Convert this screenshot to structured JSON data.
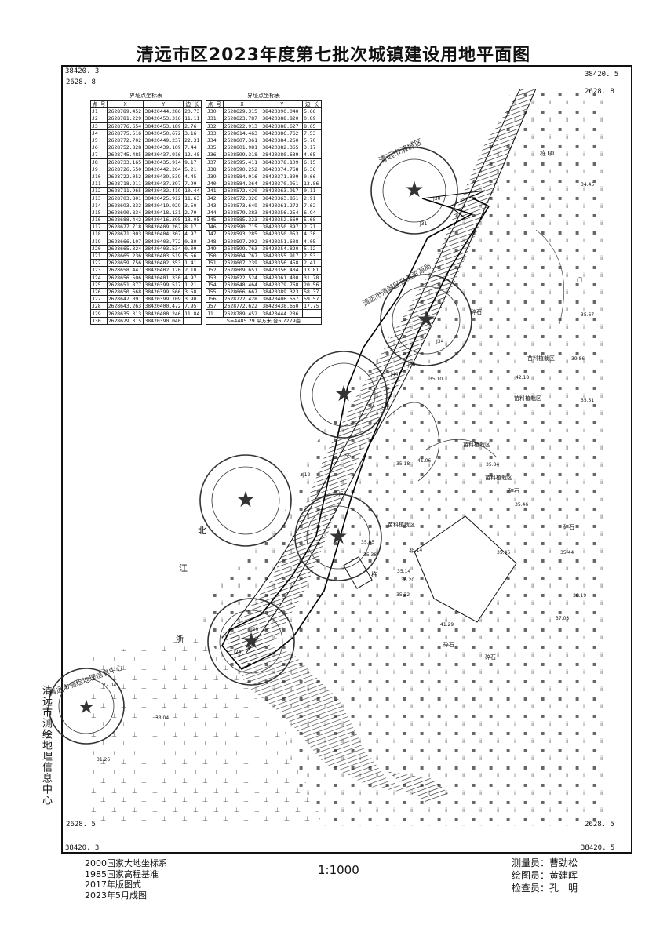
{
  "title": "清远市区2023年度第七批次城镇建设用地平面图",
  "frame_coords": {
    "top_left_x": "38420. 3",
    "top_left_y": "2628. 8",
    "top_right_x": "38420. 5",
    "top_right_y": "2628. 8",
    "bottom_left_y": "2628. 5",
    "bottom_left_x": "38420. 3",
    "bottom_right_y": "2628. 5",
    "bottom_right_x": "38420. 5"
  },
  "side_text": "清远市测绘地理信息中心",
  "footer": {
    "left": [
      "2000国家大地坐标系",
      "1985国家高程基准",
      "2017年版图式",
      "2023年5月成图"
    ],
    "scale": "1:1000",
    "right": [
      "测量员：曹劲松",
      "绘图员：黄建晖",
      "检查员：孔　明"
    ]
  },
  "table": {
    "caption": "界址点坐标表",
    "headers": [
      "点 号",
      "X",
      "Y",
      "边 长"
    ],
    "left_rows": [
      [
        "J1",
        "2628789.452",
        "38420444.286"
      ],
      [
        "J2",
        "2628781.229",
        "38420453.316"
      ],
      [
        "J3",
        "2628776.654",
        "38420453.189"
      ],
      [
        "J4",
        "2628775.516",
        "38420450.672"
      ],
      [
        "J5",
        "2628772.702",
        "38420449.237"
      ],
      [
        "J6",
        "2628752.828",
        "38420439.109"
      ],
      [
        "J7",
        "2628745.485",
        "38420437.916"
      ],
      [
        "J8",
        "2628733.165",
        "38420435.914"
      ],
      [
        "J9",
        "2628726.550",
        "38420442.264"
      ],
      [
        "J10",
        "2628722.052",
        "38420439.539"
      ],
      [
        "J11",
        "2628718.211",
        "38420437.397"
      ],
      [
        "J12",
        "2628711.965",
        "38420432.419"
      ],
      [
        "J13",
        "2628703.801",
        "38420425.912"
      ],
      [
        "J14",
        "2628693.832",
        "38420419.929"
      ],
      [
        "J15",
        "2628690.834",
        "38420418.131"
      ],
      [
        "J16",
        "2628688.442",
        "38420416.395"
      ],
      [
        "J17",
        "2628677.718",
        "38420409.262"
      ],
      [
        "J18",
        "2628671.003",
        "38420404.307"
      ],
      [
        "J19",
        "2628666.107",
        "38420403.772"
      ],
      [
        "J20",
        "2628665.324",
        "38420403.534"
      ],
      [
        "J21",
        "2628665.236",
        "38420403.519"
      ],
      [
        "J22",
        "2628659.756",
        "38420402.353"
      ],
      [
        "J23",
        "2628658.447",
        "38420402.120"
      ],
      [
        "J24",
        "2628656.506",
        "38420401.330"
      ],
      [
        "J25",
        "2628651.877",
        "38420399.517"
      ],
      [
        "J26",
        "2628650.668",
        "38420399.566"
      ],
      [
        "J27",
        "2628647.091",
        "38420399.709"
      ],
      [
        "J28",
        "2628643.263",
        "38420400.472"
      ],
      [
        "J29",
        "2628635.313",
        "38420400.246"
      ],
      [
        "J30",
        "2628629.315",
        "38420390.040"
      ]
    ],
    "left_lengths": [
      "20.73",
      "11.11",
      "2.76",
      "3.16",
      "22.31",
      "7.44",
      "12.48",
      "9.17",
      "5.21",
      "4.45",
      "7.99",
      "10.44",
      "11.63",
      "3.50",
      "2.79",
      "13.05",
      "8.17",
      "4.97",
      "0.80",
      "0.09",
      "5.56",
      "1.41",
      "2.10",
      "4.97",
      "1.21",
      "3.58",
      "3.90",
      "7.95",
      "11.84"
    ],
    "right_rows": [
      [
        "J30",
        "2628629.315",
        "38420390.040"
      ],
      [
        "J31",
        "2628623.787",
        "38420388.820"
      ],
      [
        "J32",
        "2628622.913",
        "38420388.627"
      ],
      [
        "J33",
        "2628614.463",
        "38420386.762"
      ],
      [
        "J34",
        "2628607.361",
        "38420384.260"
      ],
      [
        "J35",
        "2628601.981",
        "38420382.365"
      ],
      [
        "J36",
        "2628599.318",
        "38420380.639"
      ],
      [
        "J37",
        "2628595.411",
        "38420378.109"
      ],
      [
        "J38",
        "2628590.252",
        "38420374.768"
      ],
      [
        "J39",
        "2628584.916",
        "38420371.309"
      ],
      [
        "J40",
        "2628584.364",
        "38420370.951"
      ],
      [
        "J41",
        "2628572.420",
        "38420363.917"
      ],
      [
        "J42",
        "2628572.326",
        "38420363.861"
      ],
      [
        "J43",
        "2628573.649",
        "38420361.272"
      ],
      [
        "J44",
        "2628579.383",
        "38420356.254"
      ],
      [
        "J45",
        "2628585.323",
        "38420352.669"
      ],
      [
        "J46",
        "2628590.715",
        "38420350.897"
      ],
      [
        "J47",
        "2628593.285",
        "38420350.053"
      ],
      [
        "J48",
        "2628597.292",
        "38420351.608"
      ],
      [
        "J49",
        "2628599.763",
        "38420354.820"
      ],
      [
        "J50",
        "2628604.767",
        "38420355.917"
      ],
      [
        "J51",
        "2628607.239",
        "38420356.458"
      ],
      [
        "J52",
        "2628609.651",
        "38420356.404"
      ],
      [
        "J53",
        "2628622.524",
        "38420361.400"
      ],
      [
        "J54",
        "2628648.464",
        "38420379.768"
      ],
      [
        "J55",
        "2628666.667",
        "38420389.323"
      ],
      [
        "J56",
        "2628722.428",
        "38420406.567"
      ],
      [
        "J57",
        "2628772.622",
        "38420438.650"
      ],
      [
        "J1",
        "2628789.452",
        "38420444.286"
      ]
    ],
    "right_lengths": [
      "5.66",
      "0.89",
      "8.65",
      "7.53",
      "5.70",
      "3.17",
      "4.65",
      "6.15",
      "6.36",
      "0.66",
      "13.86",
      "0.11",
      "2.91",
      "7.62",
      "6.94",
      "5.68",
      "2.71",
      "4.30",
      "4.05",
      "5.12",
      "2.53",
      "2.41",
      "13.81",
      "31.78",
      "20.56",
      "58.37",
      "59.57",
      "17.75"
    ],
    "summary": "S=4485.29 平方米  合6.7279亩"
  },
  "map_labels": {
    "river_char_1": "北",
    "river_char_2": "江",
    "river_char_3": "浙",
    "cultivation": [
      "苗料植栽区",
      "苗料植栽区",
      "苗料植栽区",
      "苗料植栽区",
      "苗料植栽区"
    ],
    "stone": [
      "碎石",
      "碎石",
      "碎石",
      "碎石",
      "碎石"
    ],
    "road": "栋10",
    "gate": "门",
    "building": "栋",
    "elevations": [
      "34.45",
      "35.67",
      "39.86",
      "35.51",
      "42.18",
      "35.10",
      "35.18",
      "41.06",
      "35.84",
      "35.46",
      "35.05",
      "35.14",
      "35.22",
      "35.46",
      "35.44",
      "38.19",
      "37.03",
      "41.29",
      "35.14",
      "36.20",
      "35.38",
      "27.04",
      "31.26",
      "33.04"
    ],
    "points": [
      "J30",
      "J31",
      "J34",
      "J36",
      "J44",
      "J50",
      "J55",
      "J56",
      "J12",
      "J20",
      "J24"
    ],
    "seal_texts": [
      "清远市清城区",
      "清远市清城区自然资源局",
      "清远市测绘地理信息中心"
    ]
  }
}
